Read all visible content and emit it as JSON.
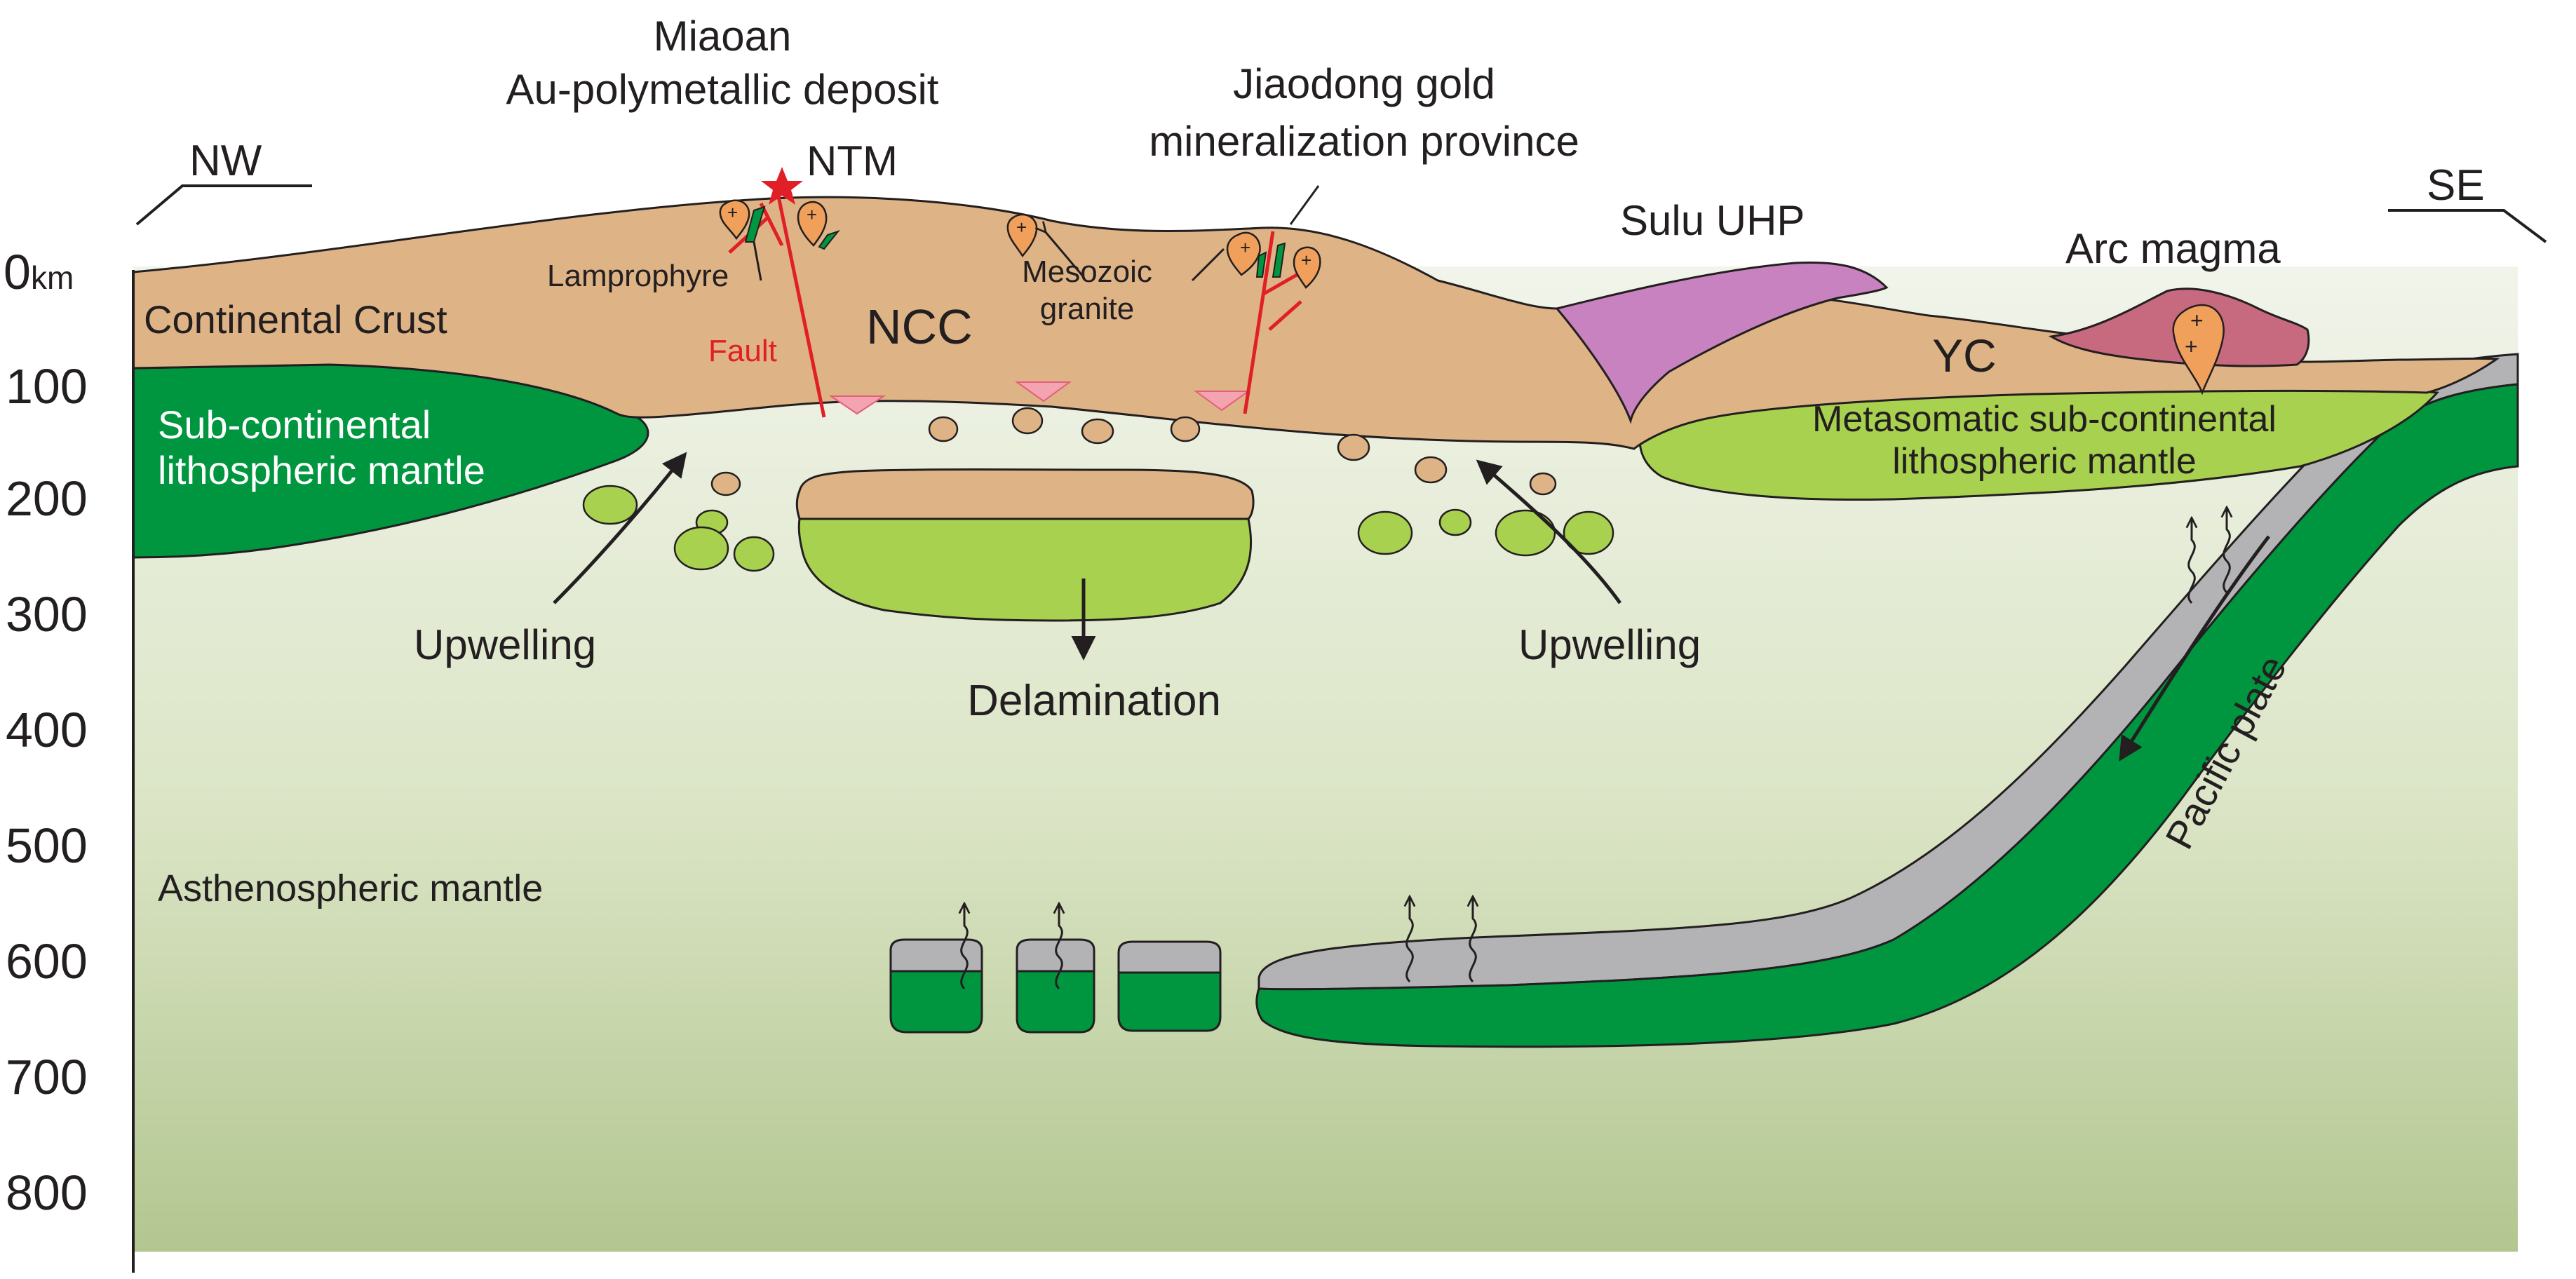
{
  "axis": {
    "zero_value": "0",
    "zero_unit": "km",
    "ticks": [
      "100",
      "200",
      "300",
      "400",
      "500",
      "600",
      "700",
      "800"
    ]
  },
  "directions": {
    "left": "NW",
    "right": "SE"
  },
  "labels": {
    "deposit_line1": "Miaoan",
    "deposit_line2": "Au-polymetallic deposit",
    "ntm": "NTM",
    "jiaodong_line1": "Jiaodong gold",
    "jiaodong_line2": "mineralization province",
    "sulu": "Sulu UHP",
    "arc_magma": "Arc magma",
    "yc": "YC",
    "ncc": "NCC",
    "continental_crust": "Continental Crust",
    "lamprophyre": "Lamprophyre",
    "mesozoic_line1": "Mesozoic",
    "mesozoic_line2": "granite",
    "fault": "Fault",
    "scl_line1": "Sub-continental",
    "scl_line2": "lithospheric mantle",
    "meta_line1": "Metasomatic sub-continental",
    "meta_line2": "lithospheric mantle",
    "upwelling_left": "Upwelling",
    "upwelling_right": "Upwelling",
    "delamination": "Delamination",
    "asthenosphere": "Asthenospheric mantle",
    "pacific": "Pacific plate"
  },
  "colors": {
    "crust": "#deb385",
    "scl_mantle": "#00963f",
    "meta_mantle": "#a8d14f",
    "sulu": "#c982c0",
    "arc": "#c7697f",
    "slab_top": "#b3b3b5",
    "fault": "#e01f26",
    "pluton": "#f0a05a"
  }
}
